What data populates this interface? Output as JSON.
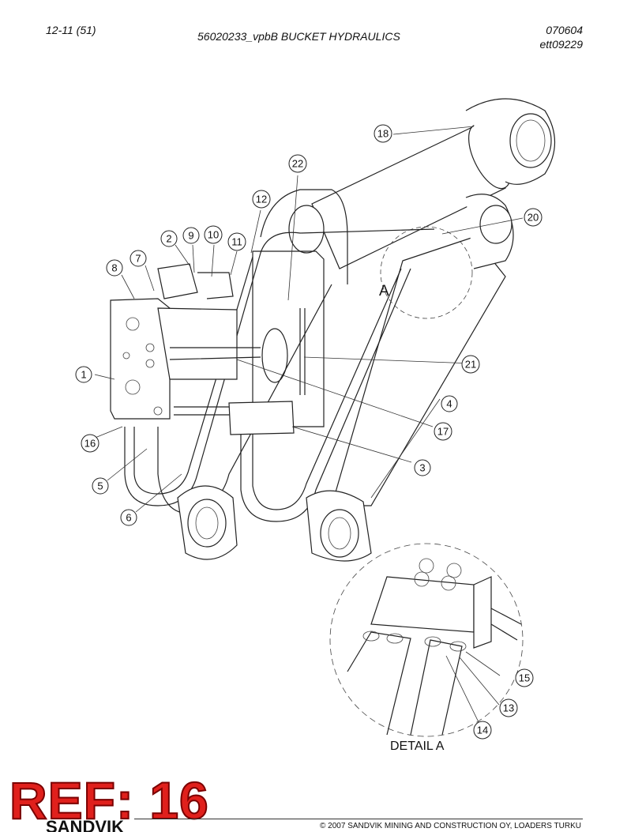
{
  "header": {
    "page_number": "12-11 (51)",
    "title": "56020233_vpbB BUCKET HYDRAULICS",
    "code": "070604",
    "reference": "ett09229"
  },
  "diagram": {
    "detail_marker": "A",
    "detail_label": "DETAIL A",
    "callouts": [
      "1",
      "2",
      "3",
      "4",
      "5",
      "6",
      "7",
      "8",
      "9",
      "10",
      "11",
      "12",
      "13",
      "14",
      "15",
      "16",
      "17",
      "18",
      "20",
      "21",
      "22"
    ]
  },
  "overlay": {
    "ref_badge": "REF: 16",
    "ref_color": "#e0201c"
  },
  "footer": {
    "brand": "SANDVIK",
    "copyright": "© 2007 SANDVIK MINING AND CONSTRUCTION OY, LOADERS TURKU"
  }
}
